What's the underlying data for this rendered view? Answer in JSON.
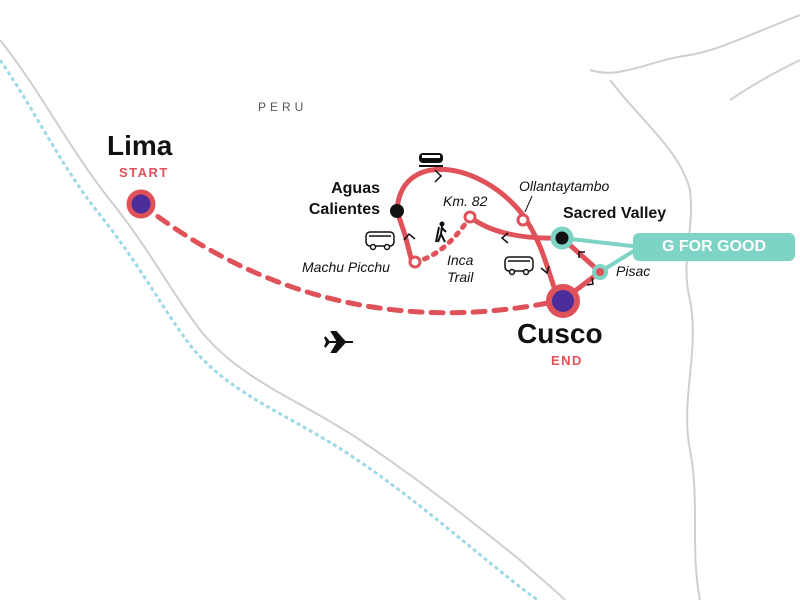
{
  "country": "PERU",
  "start": {
    "name": "Lima",
    "tag": "START"
  },
  "end": {
    "name": "Cusco",
    "tag": "END"
  },
  "stops": {
    "aguas_calientes": [
      "Aguas",
      "Calientes"
    ],
    "sacred_valley": "Sacred Valley",
    "ollantaytambo": "Ollantaytambo",
    "km82": "Km. 82",
    "machu_picchu": "Machu Picchu",
    "inca_trail": [
      "Inca",
      "Trail"
    ],
    "pisac": "Pisac"
  },
  "badge": "G FOR GOOD",
  "colors": {
    "route": "#e0525a",
    "marker_fill": "#4b2e9a",
    "teal": "#7dd3c4",
    "coast": "#9ed9e8",
    "border": "#cccccc"
  }
}
